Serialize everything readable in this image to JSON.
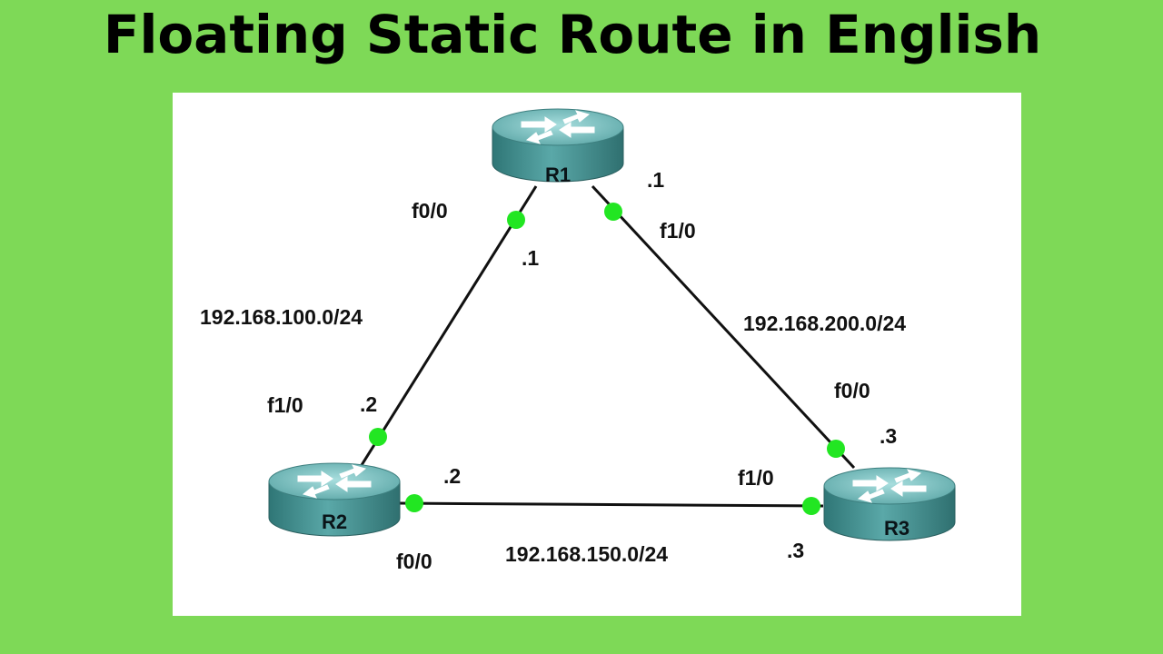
{
  "title": "Floating Static Route in English",
  "colors": {
    "background": "#7ed957",
    "panel": "#ffffff",
    "link": "#111111",
    "port_dot": "#22e622",
    "router_body": "#4a9a9a",
    "router_top": "#7cc4c4"
  },
  "routers": [
    {
      "id": "R1",
      "label": "R1"
    },
    {
      "id": "R2",
      "label": "R2"
    },
    {
      "id": "R3",
      "label": "R3"
    }
  ],
  "networks": {
    "r1_r2": "192.168.100.0/24",
    "r1_r3": "192.168.200.0/24",
    "r2_r3": "192.168.150.0/24"
  },
  "interfaces": {
    "r1_f00": "f0/0",
    "r1_f00_ip": ".1",
    "r1_f10": "f1/0",
    "r1_f10_ip": ".1",
    "r2_f10": "f1/0",
    "r2_f10_ip": ".2",
    "r2_f00": "f0/0",
    "r2_f00_ip": ".2",
    "r3_f00": "f0/0",
    "r3_f00_ip": ".3",
    "r3_f10": "f1/0",
    "r3_f10_ip": ".3"
  }
}
